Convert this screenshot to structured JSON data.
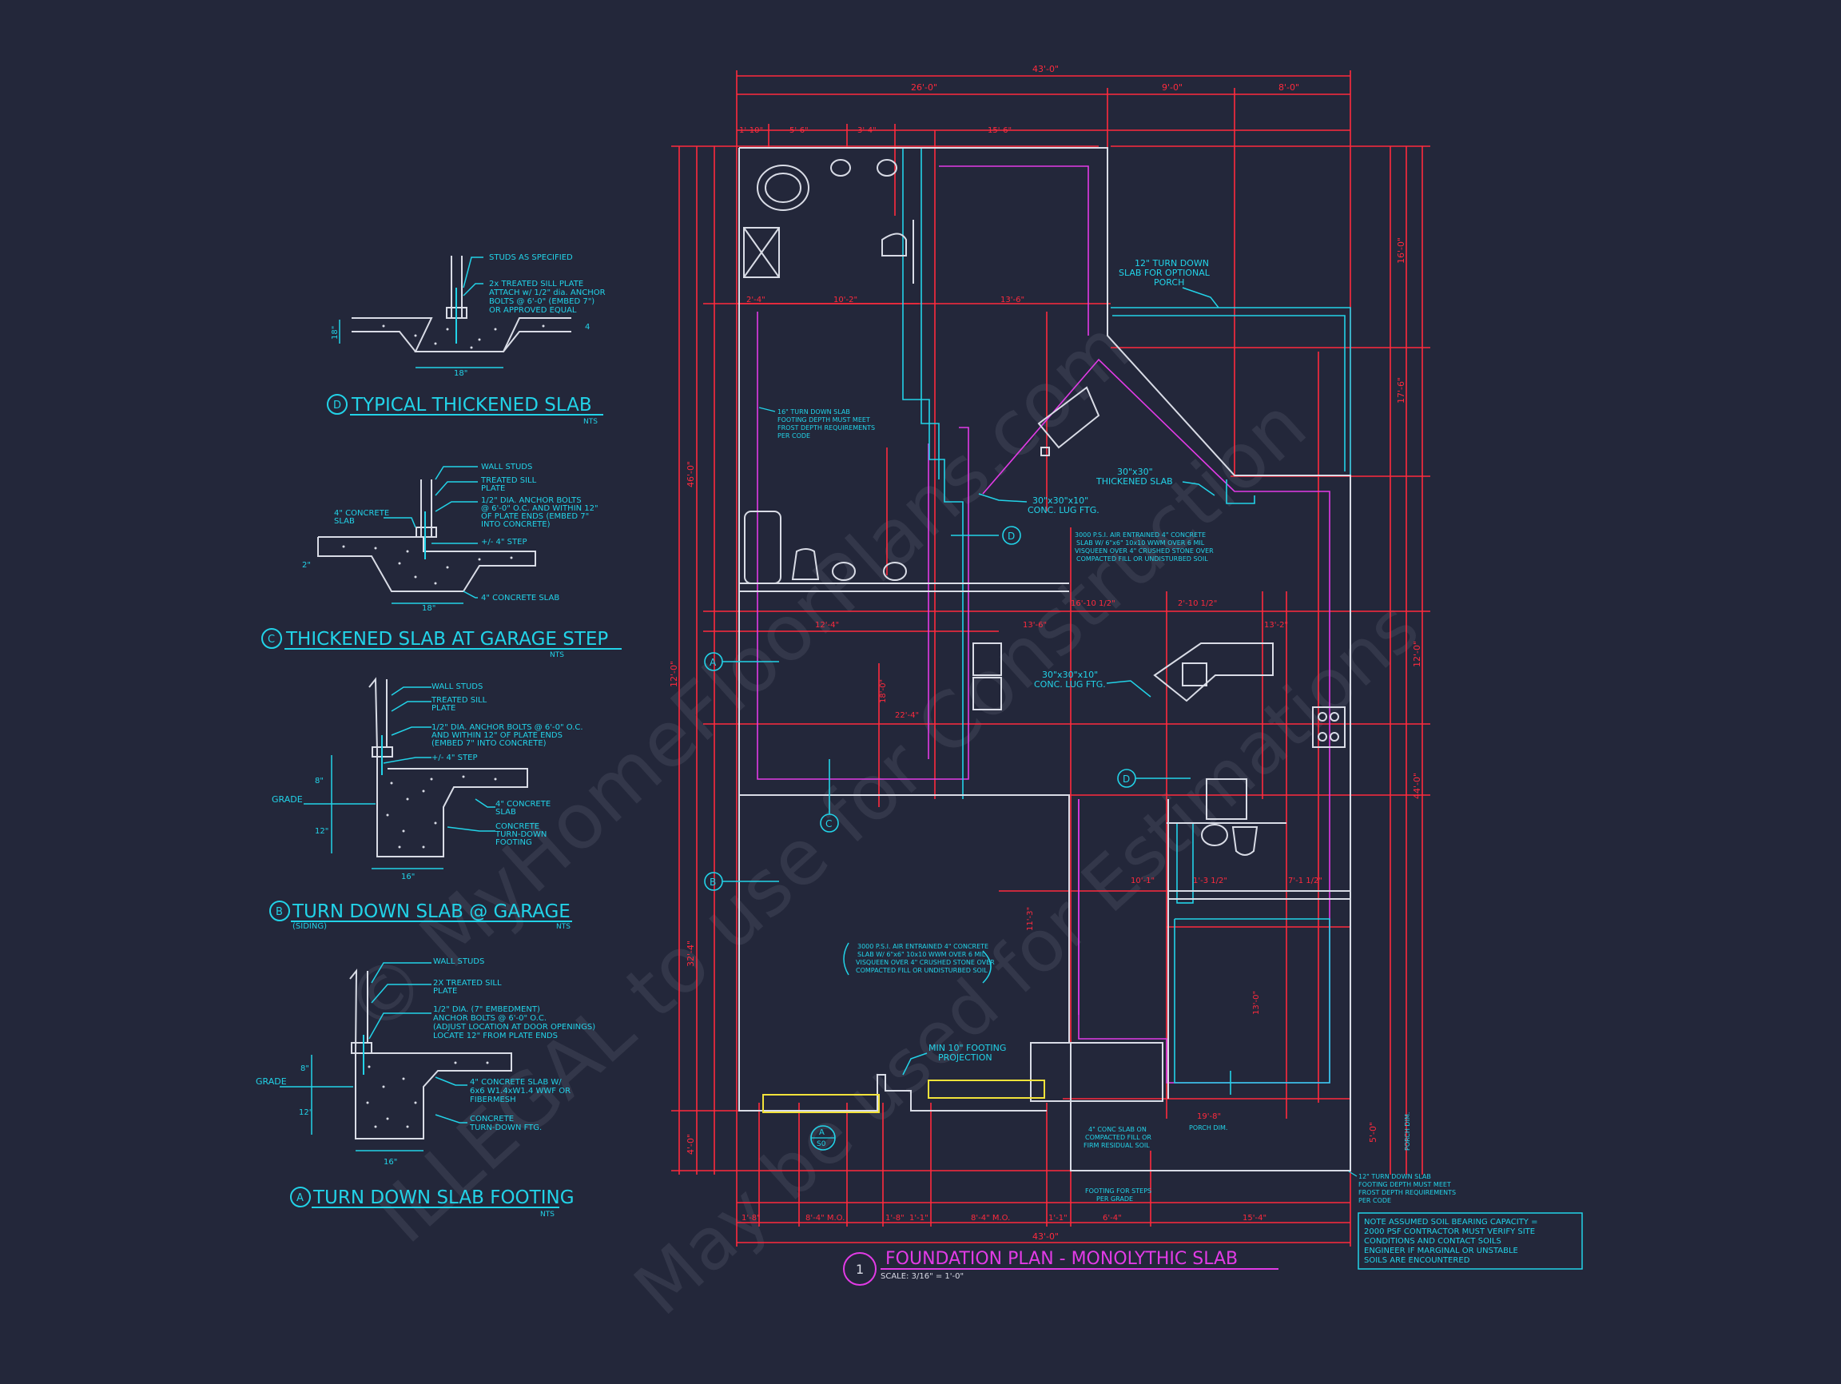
{
  "watermark": {
    "line1": "© MyHomeFloorPlans.com",
    "line2": "ILLEGAL to use for Construction",
    "line3": "May be used for Estimations"
  },
  "details": {
    "D": {
      "marker": "D",
      "title": "TYPICAL THICKENED SLAB",
      "scale": "NTS",
      "notes": [
        "STUDS AS SPECIFIED",
        "2x TREATED SILL PLATE",
        "ATTACH w/ 1/2\" dia. ANCHOR",
        "BOLTS @ 6'-0\" (EMBED 7\")",
        "OR APPROVED EQUAL"
      ],
      "dims": [
        "18\"",
        "18\"",
        "4"
      ]
    },
    "C": {
      "marker": "C",
      "title": "THICKENED SLAB AT GARAGE STEP",
      "scale": "NTS",
      "notes": [
        "WALL STUDS",
        "TREATED SILL",
        "PLATE",
        "1/2\" DIA. ANCHOR BOLTS",
        "@ 6'-0\" O.C. AND WITHIN 12\"",
        "OF PLATE ENDS (EMBED 7\"",
        "INTO CONCRETE)",
        "+/- 4\" STEP",
        "4\" CONCRETE SLAB",
        "4\" CONCRETE",
        "SLAB"
      ],
      "dims": [
        "18\"",
        "2\""
      ]
    },
    "B": {
      "marker": "B",
      "title": "TURN DOWN SLAB @ GARAGE",
      "subtitle": "(SIDING)",
      "scale": "NTS",
      "notes": [
        "WALL STUDS",
        "TREATED SILL",
        "PLATE",
        "1/2\" DIA. ANCHOR BOLTS @ 6'-0\" O.C.",
        "AND WITHIN 12\" OF PLATE ENDS",
        "(EMBED 7\" INTO CONCRETE)",
        "+/- 4\" STEP",
        "4\" CONCRETE",
        "SLAB",
        "CONCRETE",
        "TURN-DOWN",
        "FOOTING"
      ],
      "dims": [
        "8\"",
        "12\"",
        "16\""
      ],
      "grade": "GRADE"
    },
    "A": {
      "marker": "A",
      "title": "TURN DOWN SLAB FOOTING",
      "scale": "NTS",
      "notes": [
        "WALL STUDS",
        "2X TREATED SILL",
        "PLATE",
        "1/2\" DIA. (7\" EMBEDMENT)",
        "ANCHOR BOLTS @ 6'-0\" O.C.",
        "(ADJUST LOCATION AT DOOR OPENINGS)",
        "LOCATE 12\" FROM PLATE ENDS",
        "4\" CONCRETE SLAB W/",
        "6x6 W1.4xW1.4 WWF OR",
        "FIBERMESH",
        "CONCRETE",
        "TURN-DOWN FTG."
      ],
      "dims": [
        "8\"",
        "12\"",
        "16\""
      ],
      "grade": "GRADE"
    }
  },
  "plan": {
    "title_marker": "1",
    "title": "FOUNDATION PLAN - MONOLYTHIC SLAB",
    "scale": "SCALE: 3/16\" = 1'-0\"",
    "overall_top": "43'-0\"",
    "overall_bottom": "43'-0\"",
    "top_dims": [
      "26'-0\"",
      "9'-0\"",
      "8'-0\""
    ],
    "top_dims2": [
      "1'-10\"",
      "5'-6\"",
      "3'-4\"",
      "15'-6\""
    ],
    "left_dims": [
      "46'-0\"",
      "12'-0\"",
      "32'-4\"",
      "4'-0\""
    ],
    "right_dims": [
      "16'-0\"",
      "17'-6\"",
      "12'-0\"",
      "44'-0\"",
      "5'-0\""
    ],
    "bottom_dims": [
      "1'-8\"",
      "8'-4\" M.O.",
      "1'-8\"",
      "1'-1\"",
      "8'-4\" M.O.",
      "1'-1\"",
      "6'-4\"",
      "15'-4\""
    ],
    "interior_dims": [
      "2'-4\"",
      "10'-2\"",
      "13'-6\"",
      "12'-4\"",
      "13'-6\"",
      "16'-10 1/2\"",
      "2'-10 1/2\"",
      "13'-2\"",
      "22'-4\"",
      "10'-1\"",
      "1'-3 1/2\"",
      "7'-1 1/2\"",
      "19'-8\"",
      "11'-3\"",
      "13'-0\"",
      "18'-0\""
    ],
    "notes": {
      "porch_slab": [
        "12\" TURN DOWN",
        "SLAB FOR OPTIONAL",
        "PORCH"
      ],
      "frost_slab": [
        "16\" TURN DOWN SLAB",
        "FOOTING DEPTH MUST MEET",
        "FROST DEPTH REQUIREMENTS",
        "PER CODE"
      ],
      "thickened": [
        "30\"x30\"",
        "THICKENED SLAB"
      ],
      "lug1": [
        "30\"x30\"x10\"",
        "CONC. LUG FTG."
      ],
      "lug2": [
        "30\"x30\"x10\"",
        "CONC. LUG FTG."
      ],
      "slab_spec_1": [
        "3000 P.S.I. AIR ENTRAINED 4\" CONCRETE",
        "SLAB W/ 6\"x6\" 10x10 WWM OVER 6 MIL",
        "VISQUEEN OVER 4\" CRUSHED STONE OVER",
        "COMPACTED FILL OR UNDISTURBED SOIL"
      ],
      "slab_spec_2": [
        "3000 P.S.I. AIR ENTRAINED 4\" CONCRETE",
        "SLAB W/ 6\"x6\" 10x10 WWM OVER 6 MIL",
        "VISQUEEN OVER 4\" CRUSHED STONE OVER",
        "COMPACTED FILL OR UNDISTURBED SOIL"
      ],
      "footing_proj": [
        "MIN 10\" FOOTING",
        "PROJECTION"
      ],
      "conc_slab": [
        "4\" CONC SLAB ON",
        "COMPACTED FILL OR",
        "FIRM RESIDUAL SOIL"
      ],
      "porch_dim": "PORCH DIM.",
      "porch_dim2": "PORCH DIM.",
      "steps": [
        "FOOTING FOR STEPS",
        "PER GRADE"
      ],
      "turn_down2": [
        "12\" TURN DOWN SLAB",
        "FOOTING DEPTH MUST MEET",
        "FROST DEPTH REQUIREMENTS",
        "PER CODE"
      ],
      "soil_box": [
        "NOTE ASSUMED SOIL BEARING CAPACITY =",
        "2000 PSF CONTRACTOR MUST VERIFY SITE",
        "CONDITIONS AND CONTACT SOILS",
        "ENGINEER IF MARGINAL OR UNSTABLE",
        "SOILS ARE ENCOUNTERED"
      ]
    },
    "callouts": {
      "A": "A",
      "B": "B",
      "C": "C",
      "D1": "D",
      "D2": "D",
      "A5": "A",
      "A5_sheet": "S0"
    }
  },
  "colors": {
    "background": "#23273a",
    "cyan": "#22d3e8",
    "magenta": "#e23be6",
    "red": "#ff2a3d",
    "white": "#d9dce6",
    "yellow": "#f2e33a"
  }
}
